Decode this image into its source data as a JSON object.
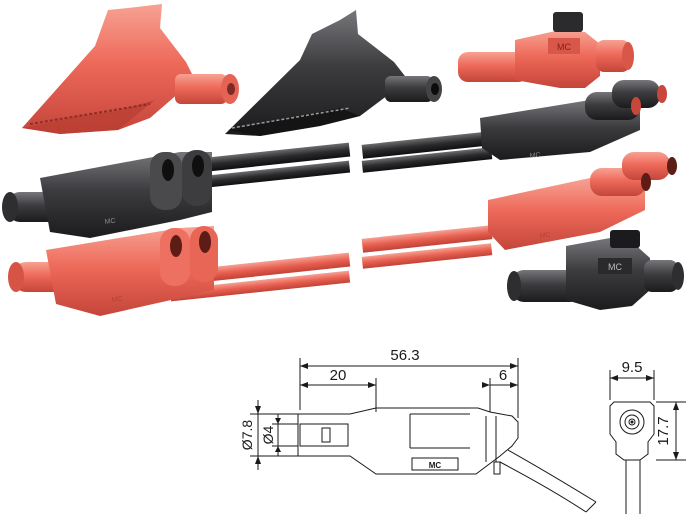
{
  "logo_mark": "MC",
  "colors": {
    "red": "#ee6a5a",
    "red_dark": "#c9473a",
    "red_light": "#f59a8c",
    "black": "#3a3a3c",
    "black_dark": "#1f1f21",
    "black_light": "#6a6a6e",
    "line": "#1a1a1a"
  },
  "drawing": {
    "dim_overall": "56.3",
    "dim_front": "20",
    "dim_rear": "6",
    "dim_outer_diameter": "Ø7.8",
    "dim_pin_diameter": "Ø4",
    "dim_width": "9.5",
    "dim_height": "17.7"
  }
}
